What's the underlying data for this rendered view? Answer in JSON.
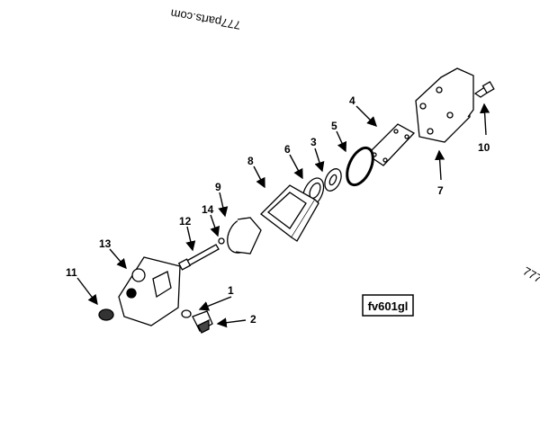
{
  "diagram": {
    "code_label": "fv601gl",
    "watermark_top": "777parts.com",
    "watermark_right": "777",
    "callouts": [
      {
        "id": "1",
        "label": "1"
      },
      {
        "id": "2",
        "label": "2"
      },
      {
        "id": "3",
        "label": "3"
      },
      {
        "id": "4",
        "label": "4"
      },
      {
        "id": "5",
        "label": "5"
      },
      {
        "id": "6",
        "label": "6"
      },
      {
        "id": "7",
        "label": "7"
      },
      {
        "id": "8",
        "label": "8"
      },
      {
        "id": "9",
        "label": "9"
      },
      {
        "id": "10",
        "label": "10"
      },
      {
        "id": "11",
        "label": "11"
      },
      {
        "id": "12",
        "label": "12"
      },
      {
        "id": "13",
        "label": "13"
      },
      {
        "id": "14",
        "label": "14"
      }
    ]
  }
}
